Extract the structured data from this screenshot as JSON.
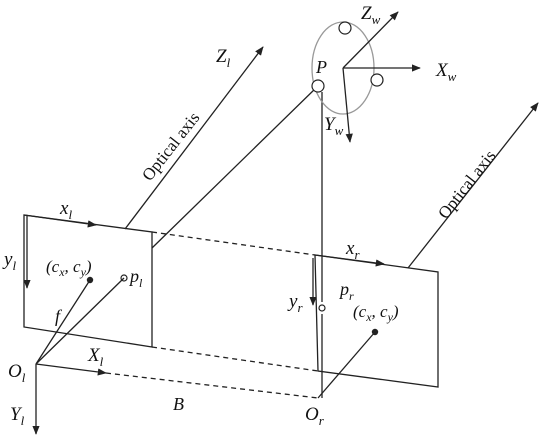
{
  "labels": {
    "Zl": {
      "main": "Z",
      "sub": "l"
    },
    "optical_axis_left": "Optical axis",
    "optical_axis_right": "Optical axis",
    "P": "P",
    "Zw": {
      "main": "Z",
      "sub": "w"
    },
    "Xw": {
      "main": "X",
      "sub": "w"
    },
    "Yw": {
      "main": "Y",
      "sub": "w"
    },
    "xl": {
      "main": "x",
      "sub": "l"
    },
    "yl": {
      "main": "y",
      "sub": "l"
    },
    "cl": {
      "open": "(c",
      "sub1": "x",
      "mid": ",  c",
      "sub2": "y",
      "close": ")"
    },
    "pl": {
      "main": "p",
      "sub": "l"
    },
    "f": "f",
    "Ol": {
      "main": "O",
      "sub": "l"
    },
    "Xl": {
      "main": "X",
      "sub": "l"
    },
    "Yl": {
      "main": "Y",
      "sub": "l"
    },
    "B": "B",
    "xr": {
      "main": "x",
      "sub": "r"
    },
    "yr": {
      "main": "y",
      "sub": "r"
    },
    "pr": {
      "main": "p",
      "sub": "r"
    },
    "cr": {
      "open": "(c",
      "sub1": "x",
      "mid": ",  c",
      "sub2": "y",
      "close": ")"
    },
    "Or": {
      "main": "O",
      "sub": "r"
    }
  },
  "colors": {
    "line": "#222222",
    "background": "#ffffff"
  }
}
